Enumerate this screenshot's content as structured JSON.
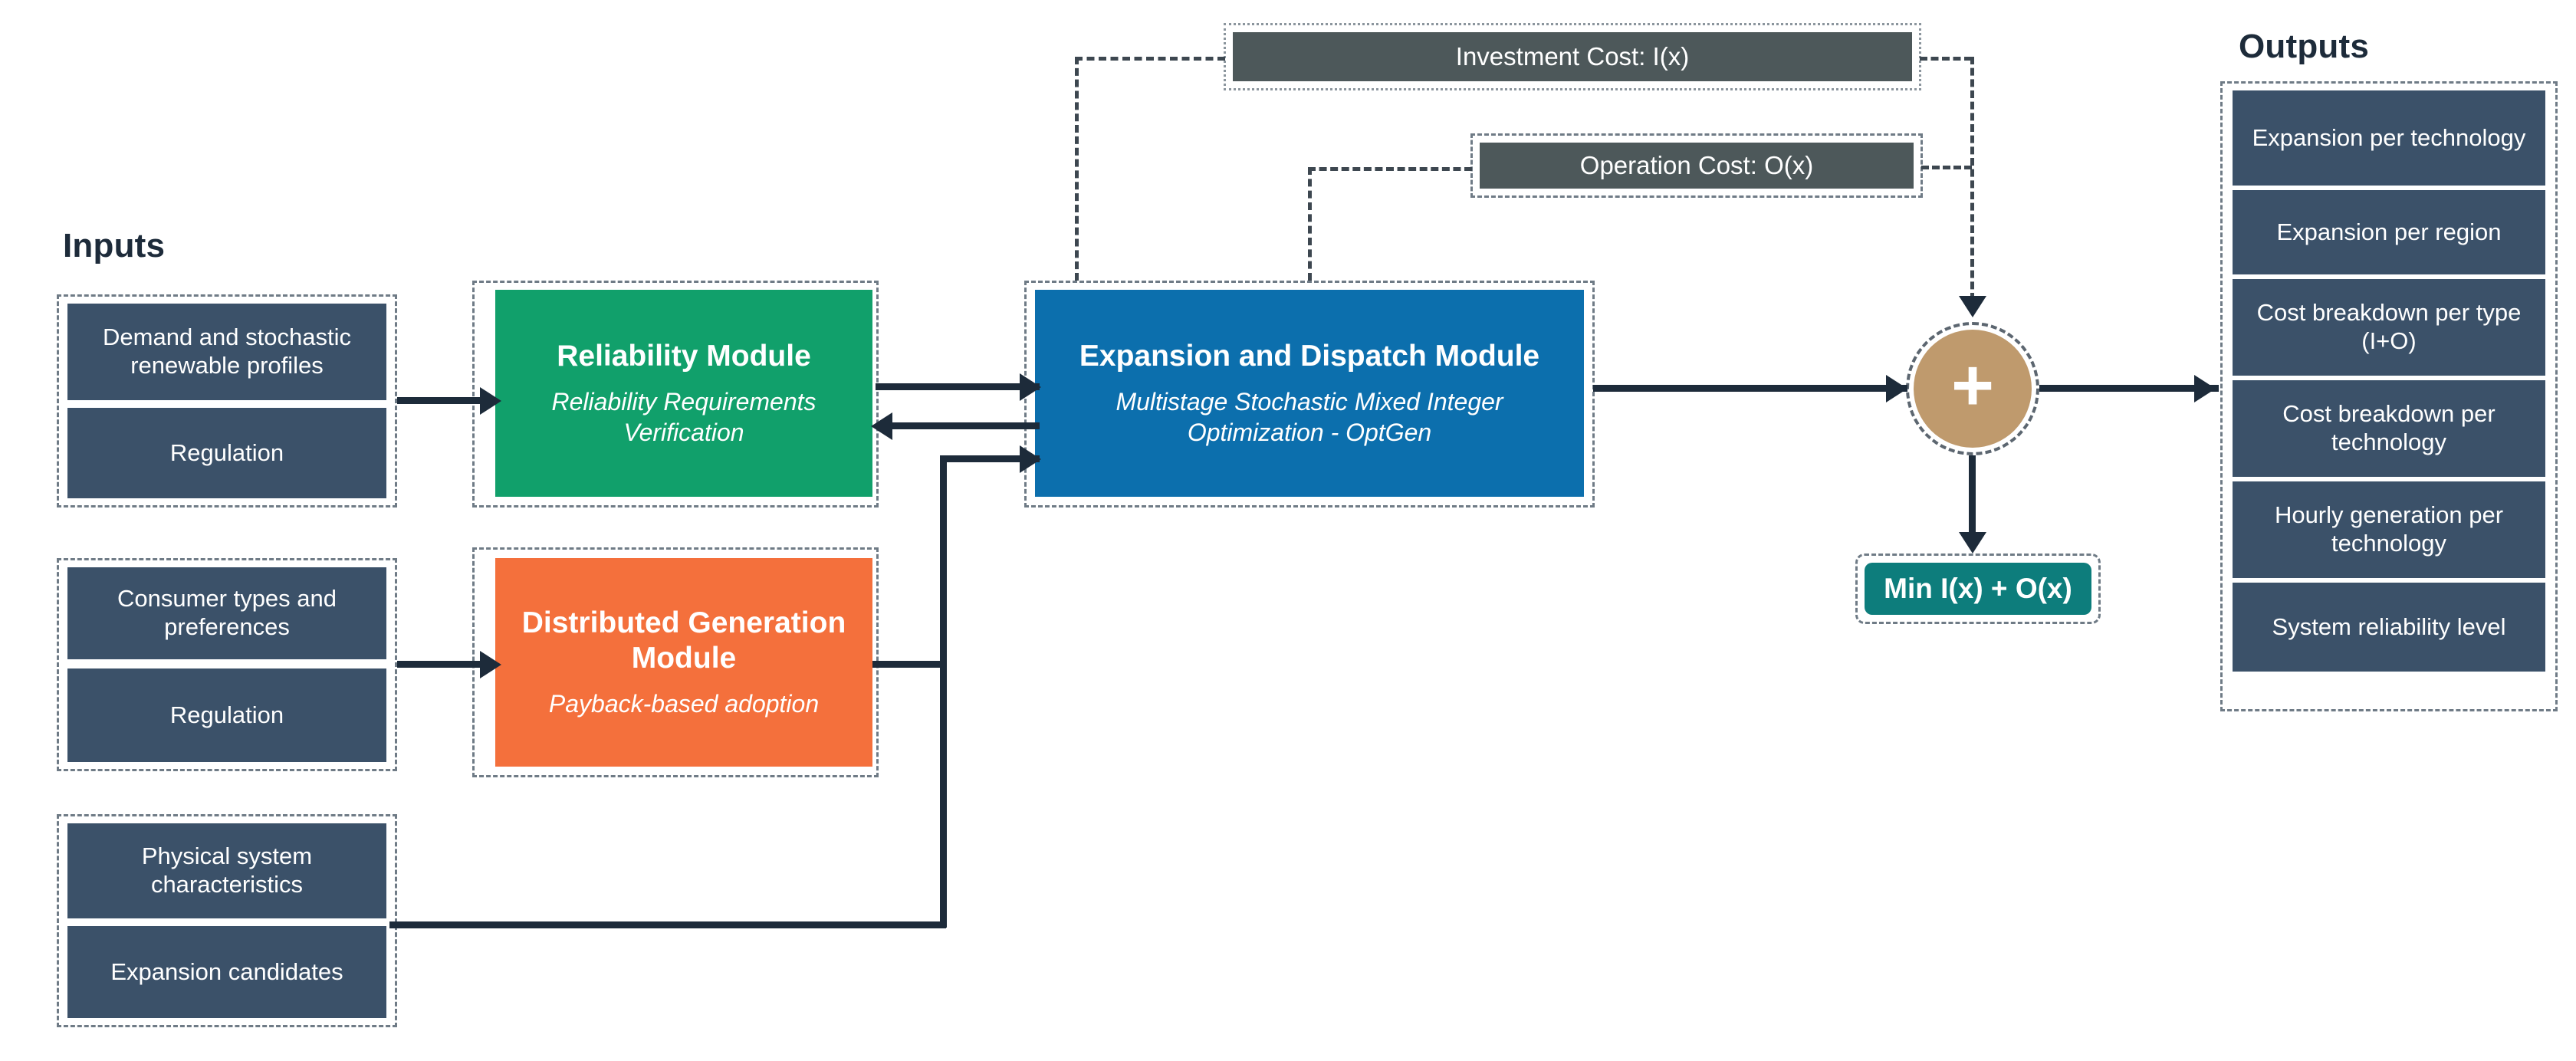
{
  "sections": {
    "inputs_title": "Inputs",
    "outputs_title": "Outputs"
  },
  "inputs": {
    "group1": [
      {
        "label": "Demand and stochastic renewable profiles"
      },
      {
        "label": "Regulation"
      }
    ],
    "group2": [
      {
        "label": "Consumer types and preferences"
      },
      {
        "label": "Regulation"
      }
    ],
    "group3": [
      {
        "label": "Physical system characteristics"
      },
      {
        "label": "Expansion candidates"
      }
    ]
  },
  "modules": {
    "reliability": {
      "title": "Reliability Module",
      "subtitle": "Reliability Requirements Verification",
      "color": "#11a06b"
    },
    "distributed_generation": {
      "title": "Distributed Generation Module",
      "subtitle": "Payback-based adoption",
      "color": "#f4703c"
    },
    "expansion_dispatch": {
      "title": "Expansion and Dispatch Module",
      "subtitle": "Multistage Stochastic Mixed Integer Optimization - OptGen",
      "color": "#0c6fad"
    }
  },
  "costs": {
    "investment": "Investment Cost: I(x)",
    "operation": "Operation Cost: O(x)",
    "color": "#4d585a"
  },
  "objective": {
    "plus_symbol": "+",
    "plus_color": "#bf9a6d",
    "label": "Min I(x) + O(x)",
    "color": "#0d7d7c"
  },
  "outputs": {
    "items": [
      {
        "label": "Expansion per technology"
      },
      {
        "label": "Expansion per region"
      },
      {
        "label": "Cost breakdown per type (I+O)"
      },
      {
        "label": "Cost breakdown per technology"
      },
      {
        "label": "Hourly generation per technology"
      },
      {
        "label": "System reliability level"
      }
    ],
    "color": "#3b5169"
  }
}
